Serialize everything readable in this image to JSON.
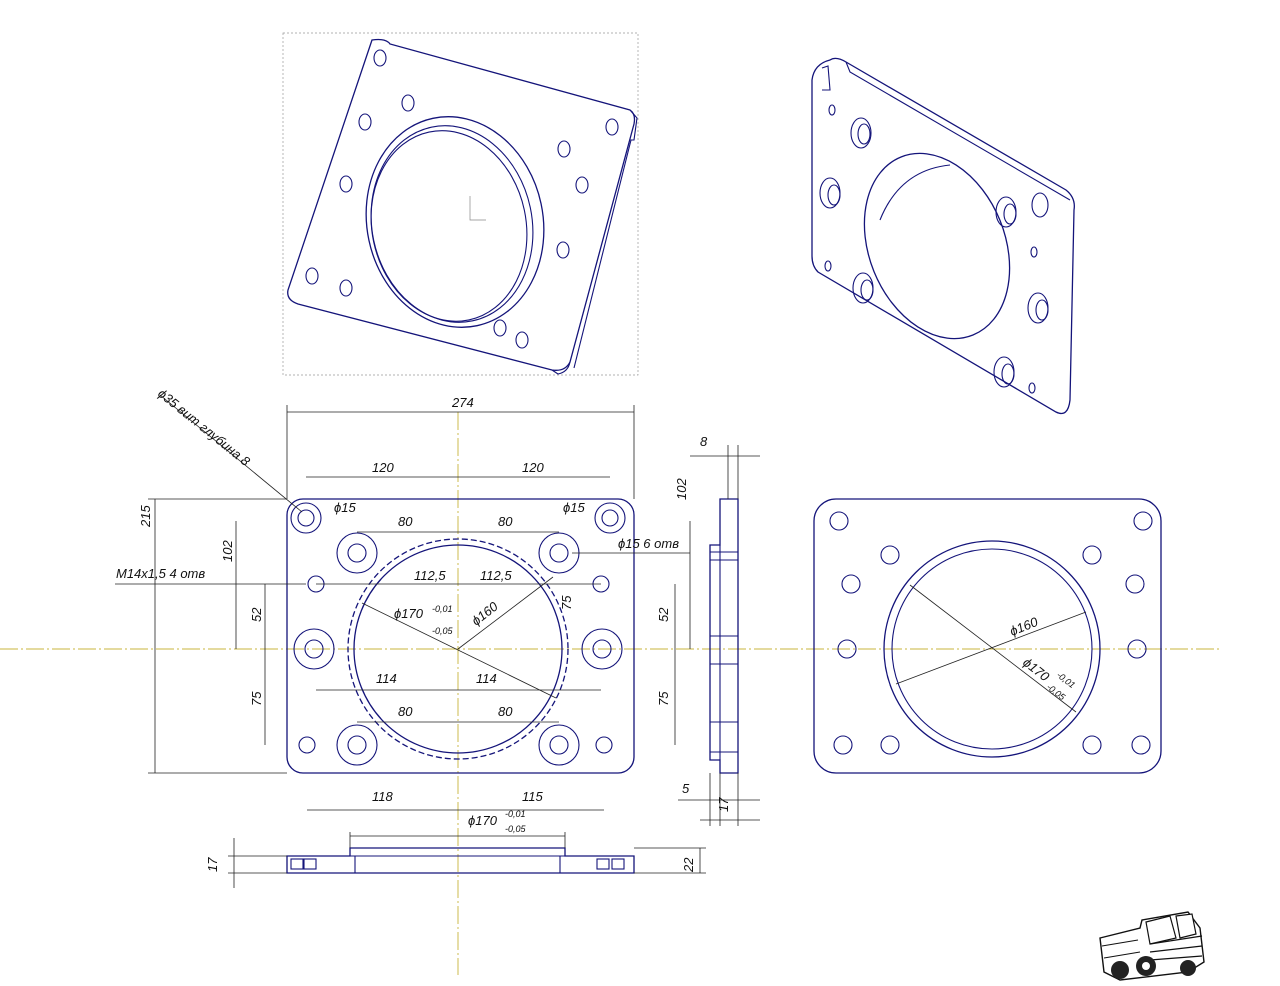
{
  "views": {
    "iso_front": "isometric view 1",
    "iso_back": "isometric view 2",
    "top": "top view",
    "side": "side view",
    "front": "section view",
    "right": "right view"
  },
  "dimensions": {
    "overall_width": "274",
    "bolt_span_left": "120",
    "bolt_span_right": "120",
    "inner_left": "80",
    "inner_right": "80",
    "hole_dia_tl": "ϕ15",
    "hole_dia_tr": "ϕ15",
    "hole_dia_callout": "ϕ15 6 отв",
    "counterbore_callout": "ϕ35 вит глубина 8",
    "thread_callout": "M14x1,5 4 отв",
    "height_total": "215",
    "height_102_left": "102",
    "height_102_right": "102",
    "height_52_left": "52",
    "height_52_right": "52",
    "height_75_left": "75",
    "height_75_right": "75",
    "height_75_inner": "75",
    "offset_112_left": "112,5",
    "offset_112_right": "112,5",
    "bore_dia_main": "ϕ160",
    "recess_dia": "ϕ170",
    "recess_tol_upper": "-0,01",
    "recess_tol_lower": "-0,05",
    "half_114_left": "114",
    "half_114_right": "114",
    "bottom_80_left": "80",
    "bottom_80_right": "80",
    "bottom_118": "118",
    "bottom_115": "115",
    "side_8": "8",
    "side_5": "5",
    "side_17": "17",
    "front_17": "17",
    "front_22": "22",
    "front_recess_dia": "ϕ170",
    "front_recess_tol_upper": "-0,01",
    "front_recess_tol_lower": "-0,05",
    "right_bore": "ϕ160",
    "right_recess": "ϕ170",
    "right_tol_upper": "-0,01",
    "right_tol_lower": "-0,05"
  },
  "logo": "truck"
}
